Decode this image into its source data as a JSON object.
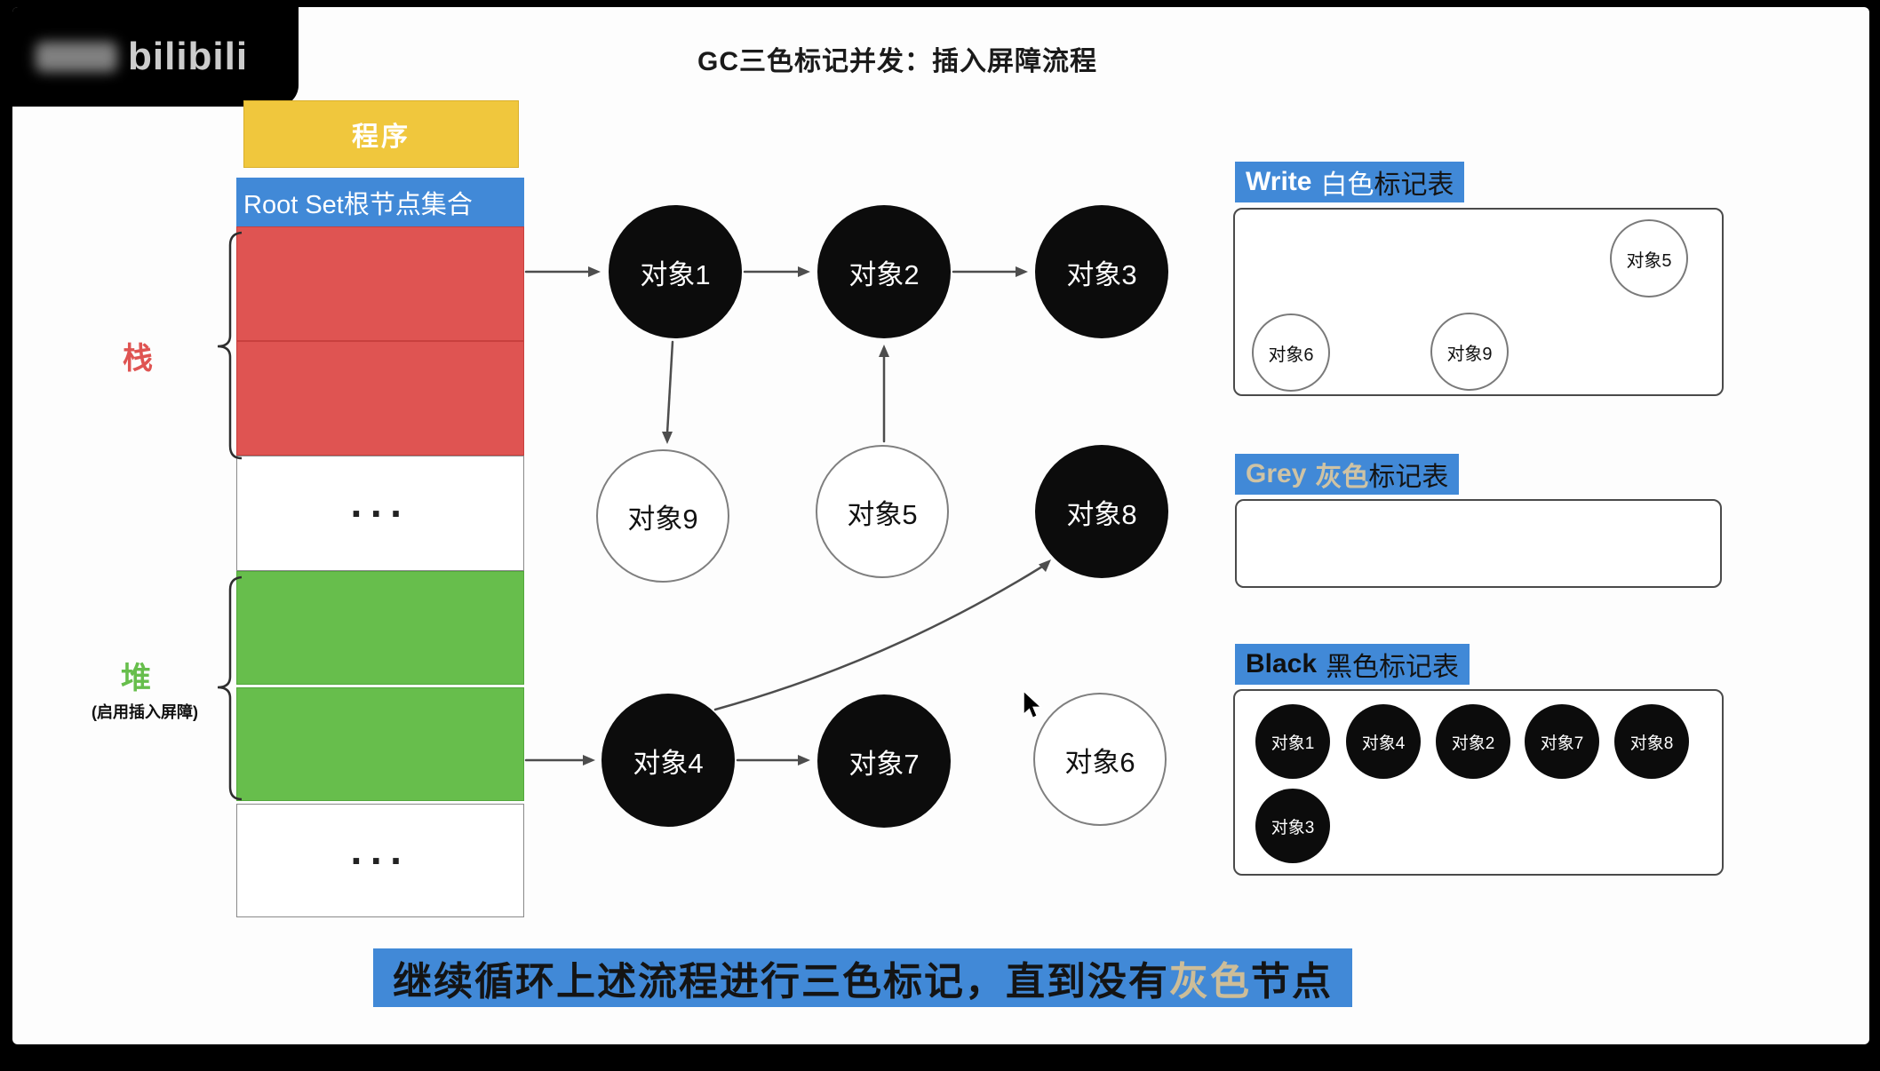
{
  "watermark": {
    "text": "bilibili"
  },
  "title": "GC三色标记并发：插入屏障流程",
  "memory": {
    "program_label": "程序",
    "rootset_label": "Root Set根节点集合",
    "stack_brace_label": "栈",
    "heap_brace_label": "堆",
    "heap_brace_sublabel": "(启用插入屏障)",
    "stack_ellipsis": "···",
    "heap_ellipsis": "···"
  },
  "colors": {
    "accent_blue": "#4189d7",
    "stack_red": "#df5452",
    "heap_green": "#67be4c",
    "program_yellow": "#f0c73d",
    "grey_word_tan": "#cfc3a4"
  },
  "graph": {
    "nodes": [
      {
        "label": "对象1",
        "fill": "black"
      },
      {
        "label": "对象2",
        "fill": "black"
      },
      {
        "label": "对象3",
        "fill": "black"
      },
      {
        "label": "对象9",
        "fill": "white"
      },
      {
        "label": "对象5",
        "fill": "white"
      },
      {
        "label": "对象8",
        "fill": "black"
      },
      {
        "label": "对象4",
        "fill": "black"
      },
      {
        "label": "对象7",
        "fill": "black"
      },
      {
        "label": "对象6",
        "fill": "white"
      }
    ]
  },
  "panels": {
    "white": {
      "heading_en": "Write",
      "heading_color_word": "白色",
      "heading_rest": "标记表",
      "items": [
        "对象5",
        "对象6",
        "对象9"
      ]
    },
    "grey": {
      "heading_en": "Grey",
      "heading_color_word": "灰色",
      "heading_rest": "标记表",
      "items": []
    },
    "black": {
      "heading_en": "Black",
      "heading_color_word": "黑色",
      "heading_rest": "标记表",
      "items": [
        "对象1",
        "对象4",
        "对象2",
        "对象7",
        "对象8",
        "对象3"
      ]
    }
  },
  "footer": {
    "text_before": "继续循环上述流程进行三色标记，直到没有",
    "highlight": "灰色",
    "text_after": "节点"
  }
}
